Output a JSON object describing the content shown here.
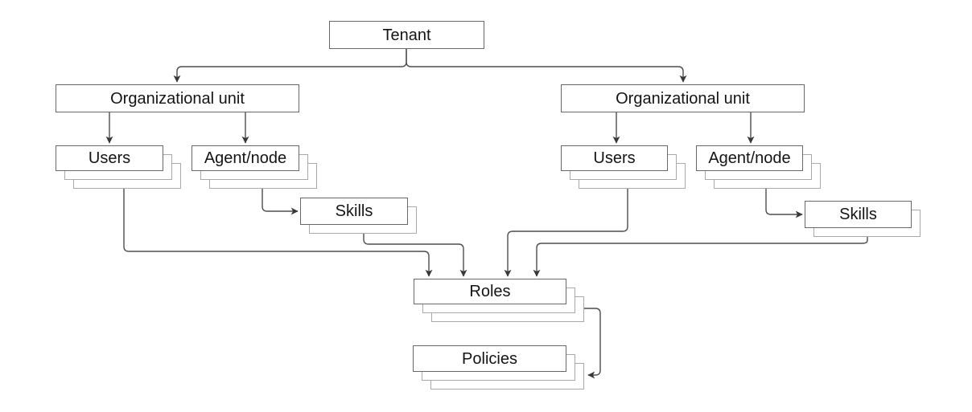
{
  "diagram": {
    "type": "hierarchy-flowchart",
    "nodes": [
      {
        "id": "tenant",
        "label": "Tenant",
        "stack_count": 1
      },
      {
        "id": "ou_left",
        "label": "Organizational unit",
        "stack_count": 1
      },
      {
        "id": "users_left",
        "label": "Users",
        "stack_count": 3
      },
      {
        "id": "agent_left",
        "label": "Agent/node",
        "stack_count": 3
      },
      {
        "id": "skills_left",
        "label": "Skills",
        "stack_count": 2
      },
      {
        "id": "ou_right",
        "label": "Organizational unit",
        "stack_count": 1
      },
      {
        "id": "users_right",
        "label": "Users",
        "stack_count": 3
      },
      {
        "id": "agent_right",
        "label": "Agent/node",
        "stack_count": 3
      },
      {
        "id": "skills_right",
        "label": "Skills",
        "stack_count": 2
      },
      {
        "id": "roles",
        "label": "Roles",
        "stack_count": 3
      },
      {
        "id": "policies",
        "label": "Policies",
        "stack_count": 3
      }
    ],
    "edges": [
      {
        "from": "tenant",
        "to": "ou_left"
      },
      {
        "from": "tenant",
        "to": "ou_right"
      },
      {
        "from": "ou_left",
        "to": "users_left"
      },
      {
        "from": "ou_left",
        "to": "agent_left"
      },
      {
        "from": "agent_left",
        "to": "skills_left"
      },
      {
        "from": "ou_right",
        "to": "users_right"
      },
      {
        "from": "ou_right",
        "to": "agent_right"
      },
      {
        "from": "agent_right",
        "to": "skills_right"
      },
      {
        "from": "users_left",
        "to": "roles"
      },
      {
        "from": "skills_left",
        "to": "roles"
      },
      {
        "from": "users_right",
        "to": "roles"
      },
      {
        "from": "skills_right",
        "to": "roles"
      },
      {
        "from": "roles",
        "to": "policies"
      }
    ],
    "colors": {
      "background": "#ffffff",
      "box_fill": "#ffffff",
      "box_border": "#686868",
      "stack_border": "#a9a9a9",
      "connector": "#4d4d4d",
      "arrowhead": "#383838",
      "text": "#141414"
    }
  }
}
